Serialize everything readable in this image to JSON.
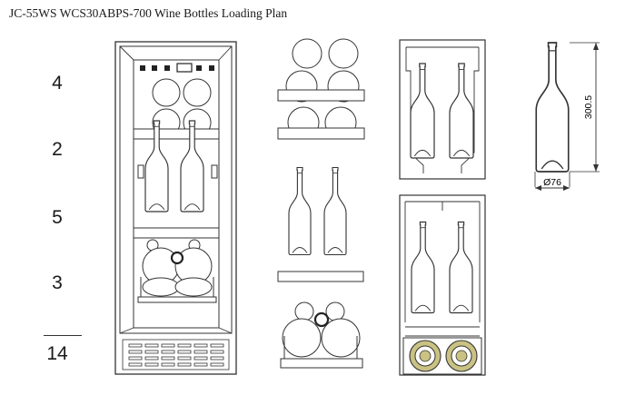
{
  "title": "JC-55WS WCS30ABPS-700 Wine Bottles Loading Plan",
  "shelf_counts": [
    "4",
    "2",
    "5",
    "3"
  ],
  "total": "14",
  "dimensions": {
    "height": "300.5",
    "diameter": "Ø76"
  },
  "colors": {
    "line": "#333333",
    "accent": "#c9c283"
  }
}
